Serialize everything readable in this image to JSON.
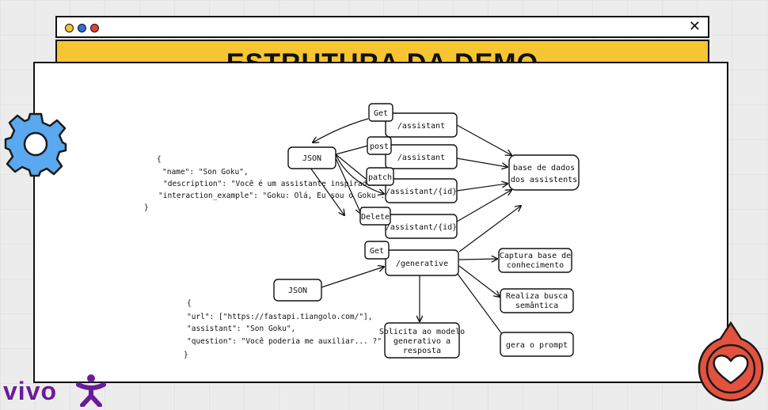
{
  "window": {
    "title": "ESTRUTURA DA DEMO",
    "dot_colors": [
      "#f6c531",
      "#2f6fd6",
      "#e0413a"
    ],
    "close_label": "✕"
  },
  "brand": {
    "logo_text": "vivo",
    "logo_color": "#6a1b9a"
  },
  "colors": {
    "banner": "#f6c531",
    "gear": "#5aa8ef",
    "heart": "#e3523e"
  },
  "diagram": {
    "json_top": {
      "label": "JSON",
      "lines": [
        "{",
        "\"name\": \"Son Goku\",",
        "\"description\": \"Você é um assistante inspirado...,",
        "\"interaction_example\": \"Goku: Olá, Eu sou o Goku ...",
        "}"
      ]
    },
    "json_bottom": {
      "label": "JSON",
      "lines": [
        "{",
        "\"url\": [\"https://fastapi.tiangolo.com/\"],",
        "\"assistant\": \"Son Goku\",",
        "\"question\": \"Você poderia me auxiliar... ?\"",
        "}"
      ]
    },
    "methods": [
      "Get",
      "post",
      "patch",
      "Delete",
      "Get"
    ],
    "routes": [
      "/assistant",
      "/assistant",
      "/assistant/{id}",
      "/assistant/{id}",
      "/generative"
    ],
    "database": [
      "base de dados",
      "dos assistents"
    ],
    "steps": [
      [
        "Captura base de",
        "conhecimento"
      ],
      [
        "Realiza busca",
        "semântica"
      ],
      [
        "gera o prompt"
      ],
      [
        "Solicita ao modelo",
        "generativo a",
        "resposta"
      ]
    ]
  }
}
